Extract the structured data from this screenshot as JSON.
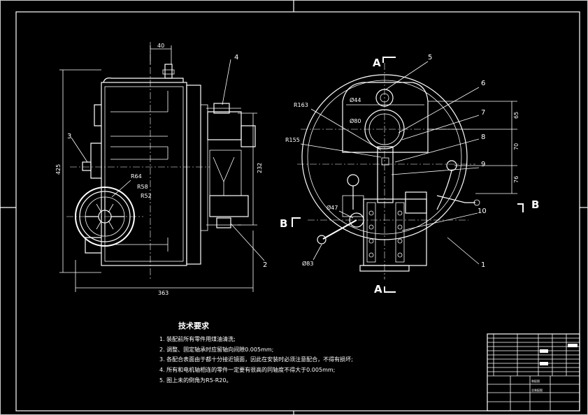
{
  "dimensions": {
    "top_width": "40",
    "overall_height": "425",
    "side_height": "232",
    "bottom_width": "363",
    "radius_64": "R64",
    "radius_58": "R58",
    "radius_52": "R52",
    "radius_163": "R163",
    "radius_155": "R155",
    "dia_44": "Ø44",
    "dia_80": "Ø80",
    "dia_47": "Ø47",
    "dia_83": "Ø83",
    "v65": "65",
    "v70": "70",
    "v76": "76"
  },
  "callouts": [
    "1",
    "2",
    "3",
    "4",
    "5",
    "6",
    "7",
    "8",
    "9",
    "10"
  ],
  "sections": {
    "a_top": "A",
    "a_bottom": "A",
    "b_left": "B",
    "b_right": "B"
  },
  "notes": {
    "title": "技术要求",
    "items": [
      "1. 装配前所有零件用煤油清洗;",
      "2. 调整、固定轴承时应留轴向间隙0.005mm;",
      "3. 各配合表面由于都十分接近镜面，因此在安装时必须注意配合，不得有损坏;",
      "4. 所有和电机轴相连的零件一定要有很高的同轴度不得大于0.005mm;",
      "5. 图上未的倒角为R5-R20。"
    ]
  },
  "title_block": {
    "label_a": "装配图",
    "label_b": "总装配图"
  },
  "colors": {
    "background": "#000000",
    "line": "#ffffff"
  }
}
